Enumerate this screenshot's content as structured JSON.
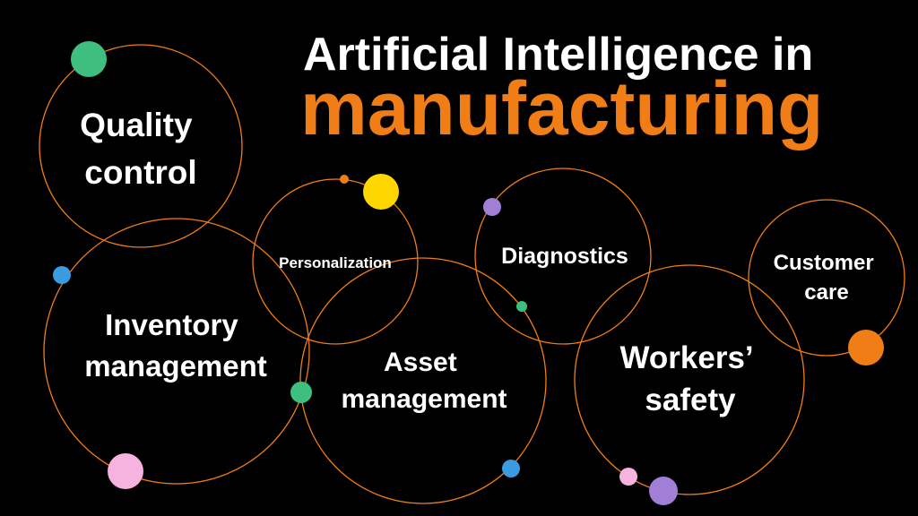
{
  "title": {
    "line1": "Artificial Intelligence in",
    "line2": "manufacturing"
  },
  "colors": {
    "background": "#000000",
    "accent": "#f07d15",
    "text": "#ffffff",
    "green": "#3fbf7f",
    "yellow": "#ffd600",
    "purple": "#a17fd6",
    "blue": "#3a9be0",
    "pink": "#f7b3df",
    "orange": "#f07d15"
  },
  "nodes": [
    {
      "id": "quality-control",
      "lines": [
        "Quality",
        "control"
      ]
    },
    {
      "id": "personalization",
      "lines": [
        "Personalization"
      ]
    },
    {
      "id": "diagnostics",
      "lines": [
        "Diagnostics"
      ]
    },
    {
      "id": "customer-care",
      "lines": [
        "Customer",
        "care"
      ]
    },
    {
      "id": "inventory-management",
      "lines": [
        "Inventory",
        "management"
      ]
    },
    {
      "id": "asset-management",
      "lines": [
        "Asset",
        "management"
      ]
    },
    {
      "id": "workers-safety",
      "lines": [
        "Workers’",
        "safety"
      ]
    }
  ]
}
